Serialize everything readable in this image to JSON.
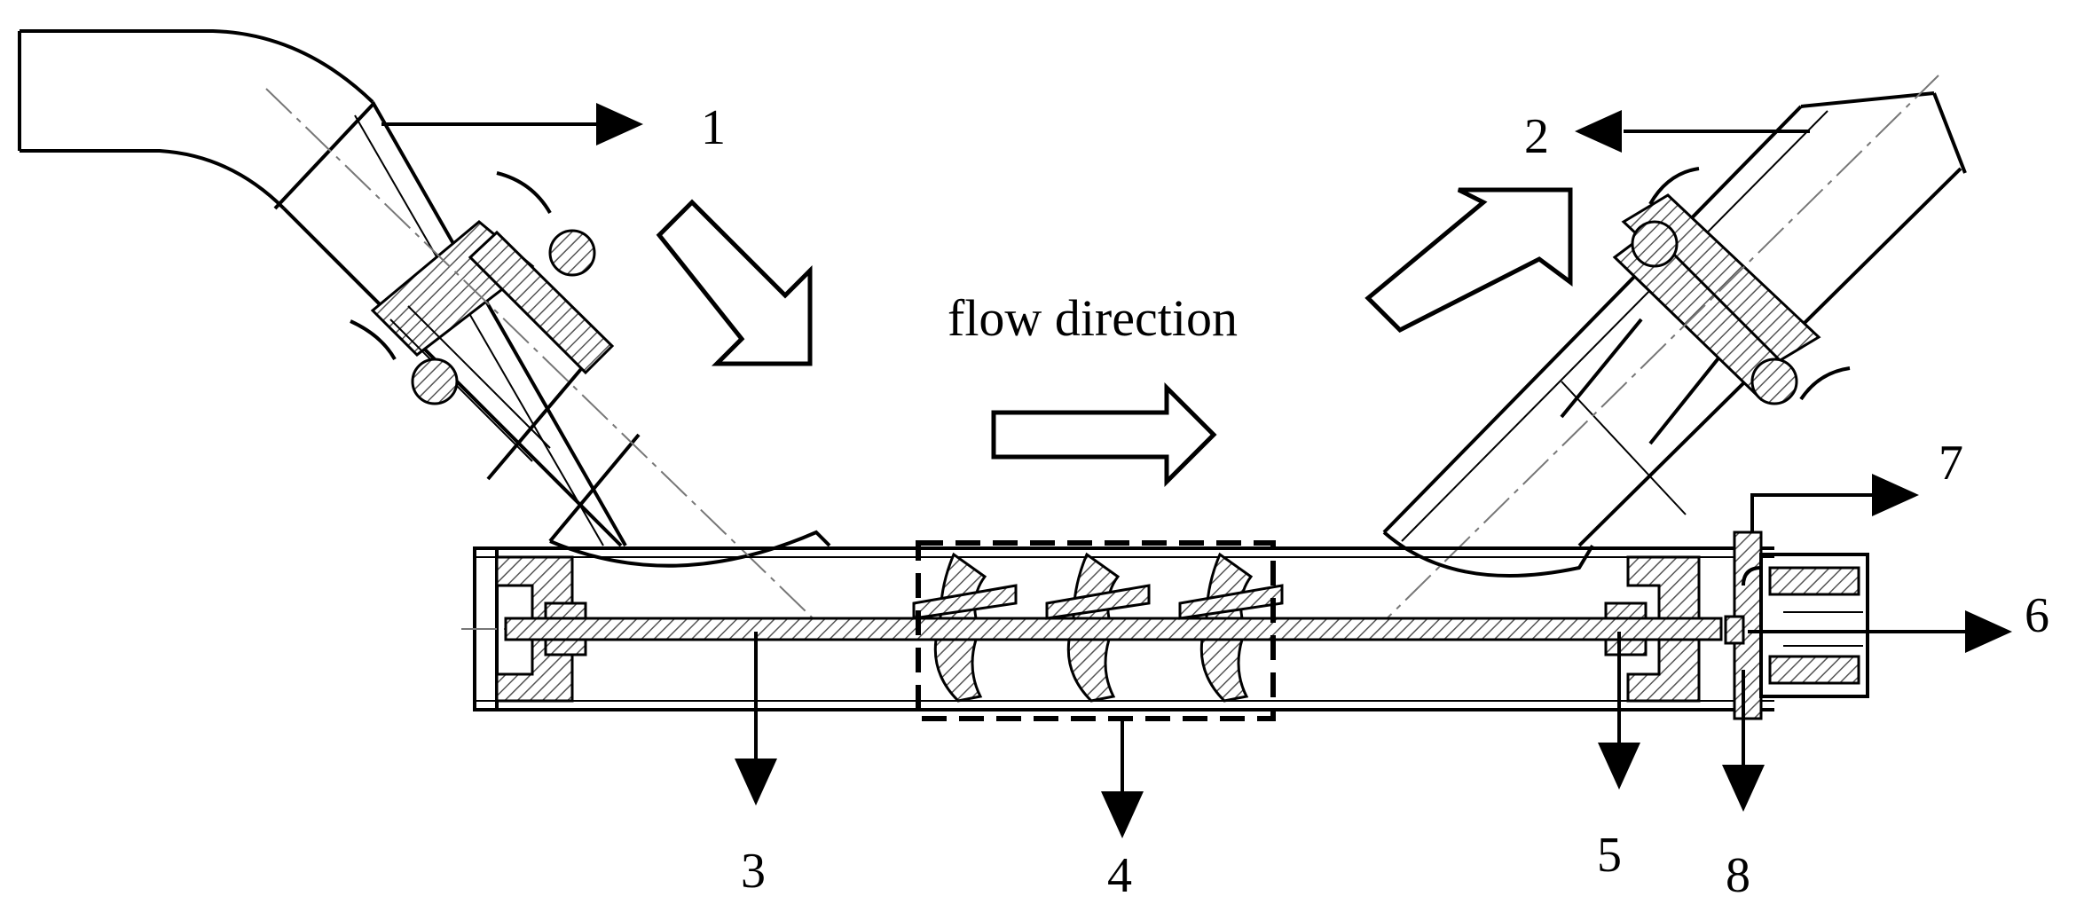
{
  "labels": {
    "n1": "1",
    "n2": "2",
    "n3": "3",
    "n4": "4",
    "n5": "5",
    "n6": "6",
    "n7": "7",
    "n8": "8"
  },
  "flow_text": "flow direction"
}
